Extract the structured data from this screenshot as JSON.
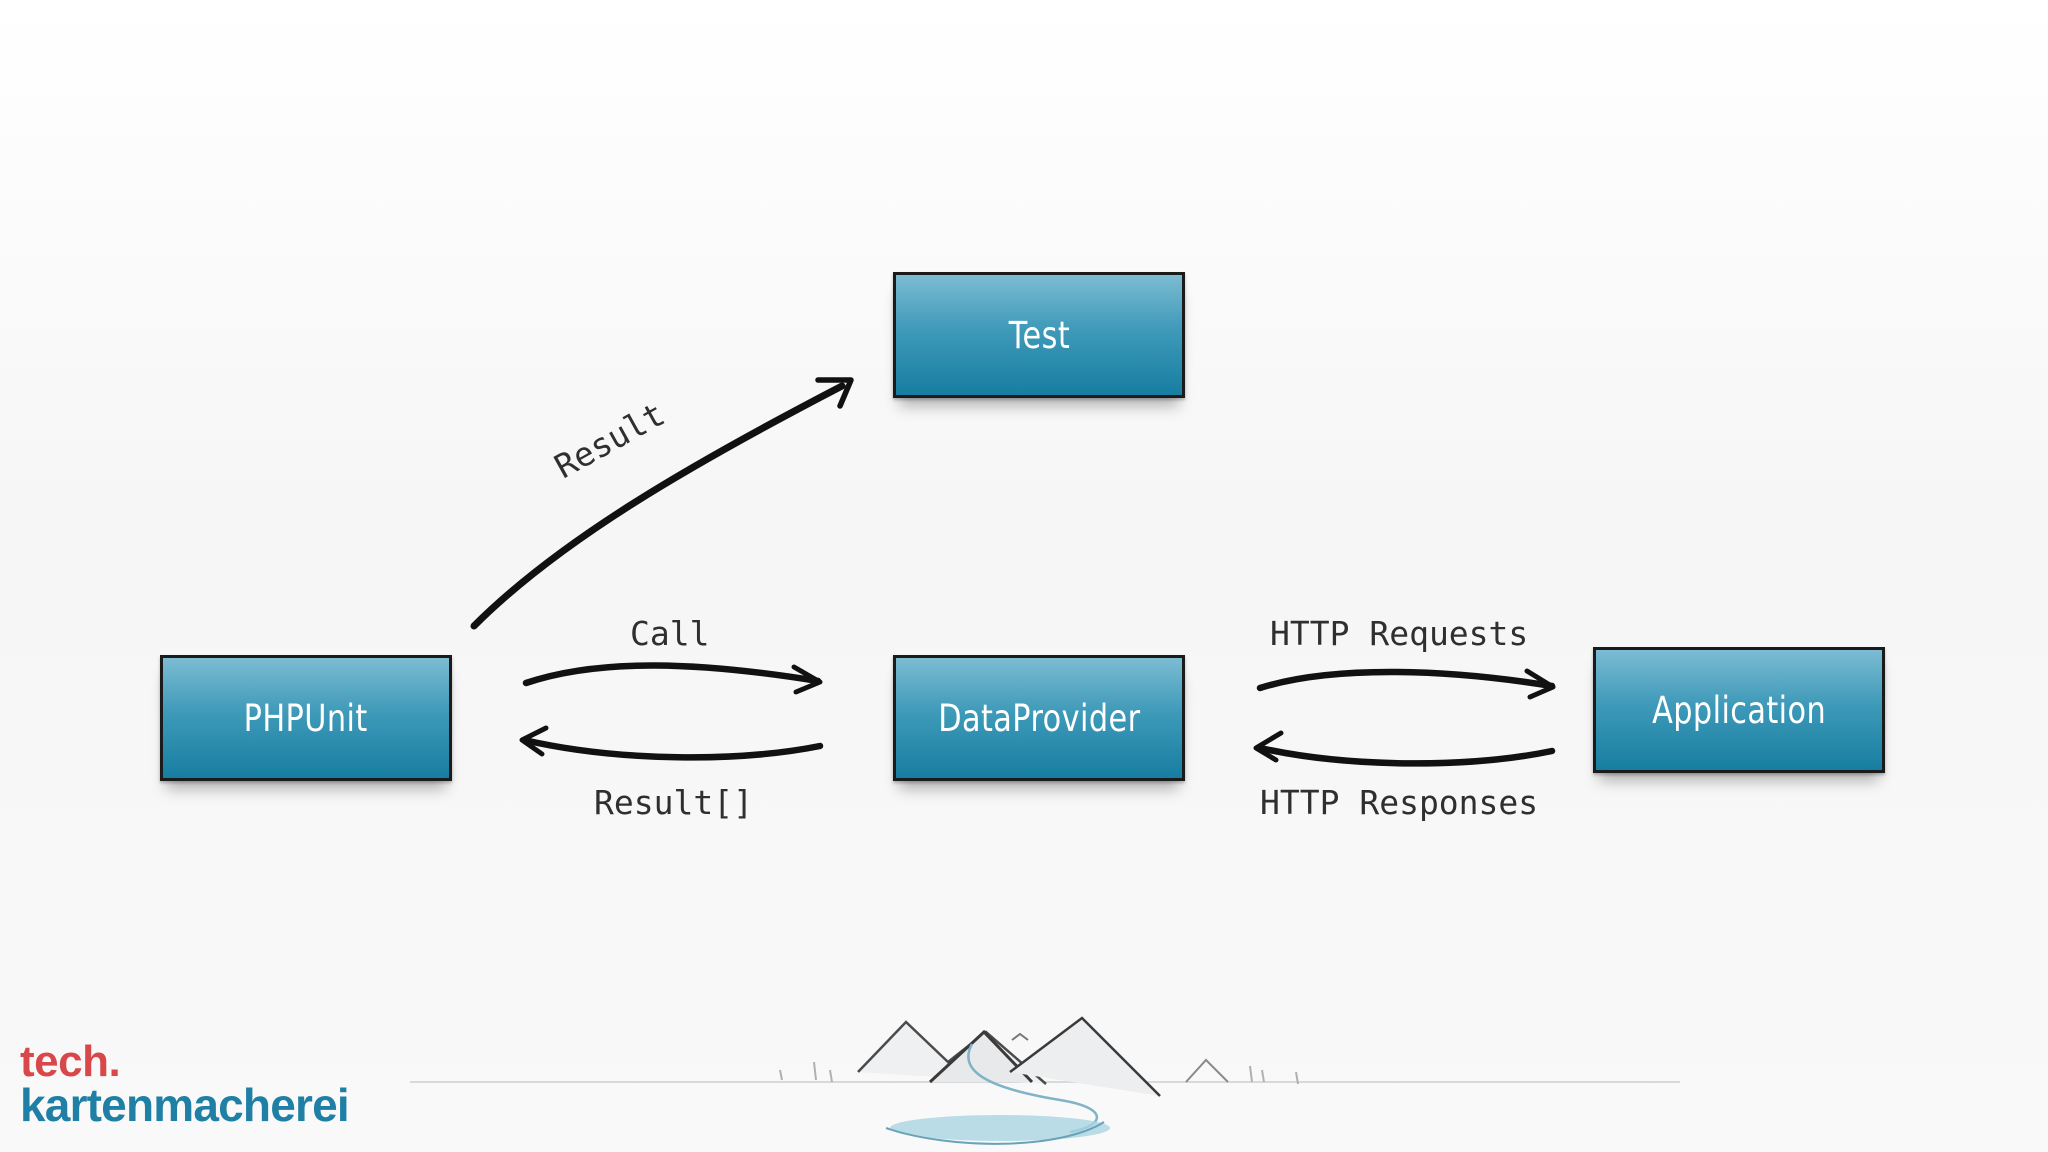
{
  "nodes": {
    "test": "Test",
    "phpunit": "PHPUnit",
    "dataprovider": "DataProvider",
    "application": "Application"
  },
  "edges": {
    "result": "Result",
    "call": "Call",
    "result_array": "Result[]",
    "http_requests": "HTTP Requests",
    "http_responses": "HTTP Responses"
  },
  "logo": {
    "line1": "tech.",
    "line2": "kartenmacherei"
  },
  "colors": {
    "box_fill": "#2f8fb2",
    "box_border": "#1b1b1b",
    "arrow": "#111111",
    "logo_red": "#d8474a",
    "logo_blue": "#1f7fa5"
  }
}
